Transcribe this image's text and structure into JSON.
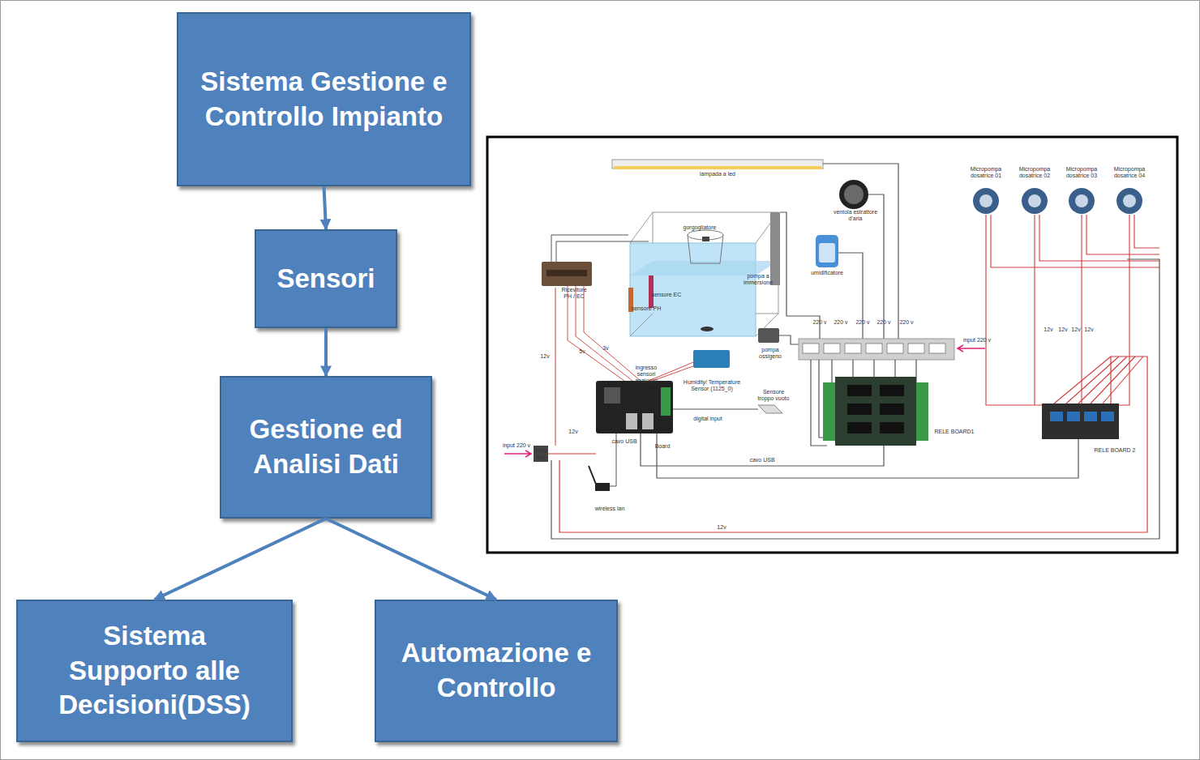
{
  "diagram": {
    "nodes": [
      {
        "text": [
          "Sistema Gestione e Controllo Impianto"
        ]
      },
      {
        "text": [
          "Sensori"
        ]
      },
      {
        "text": [
          "Gestione ed Analisi Dati"
        ]
      },
      {
        "text": [
          "Sistema Supporto alle Decisioni(DSS)"
        ]
      },
      {
        "text": [
          "Automazione e Controllo"
        ]
      }
    ],
    "edges": [
      {
        "from": 0,
        "to": 1,
        "arrow": "to"
      },
      {
        "from": 1,
        "to": 2,
        "arrow": "to"
      },
      {
        "from": 2,
        "to": 3,
        "arrow": "to"
      },
      {
        "from": 2,
        "to": 4,
        "arrow": "to"
      }
    ],
    "labels": [
      "lampada a led",
      "ventola estrattore d'aria",
      "Micropompa dosatrice 01",
      "Micropompa dosatrice 02",
      "Micropompa dosatrice 03",
      "Micropompa dosatrice 04",
      "umidificatore",
      "gorgogliatore",
      "sensore EC",
      "sensore PH",
      "pompa a immersione",
      "Ricevitore PH / EC",
      "pompa ossigeno",
      "220 v",
      "220 v",
      "220 v",
      "220 v",
      "220 v",
      "input 220 v",
      "12v",
      "5v",
      "3v",
      "ingresso sensori analogici",
      "Humidity/ Temperature Sensor (1125_0)",
      "Sensore troppo vuoto",
      "digital input",
      "Board",
      "12v",
      "input 220 v",
      "220v 12v",
      "cavo USB",
      "cavo USB",
      "wireless lan",
      "RELE BOARD1",
      "RELE BOARD 2",
      "12v",
      "12v",
      "12v",
      "12v",
      "12v"
    ]
  }
}
